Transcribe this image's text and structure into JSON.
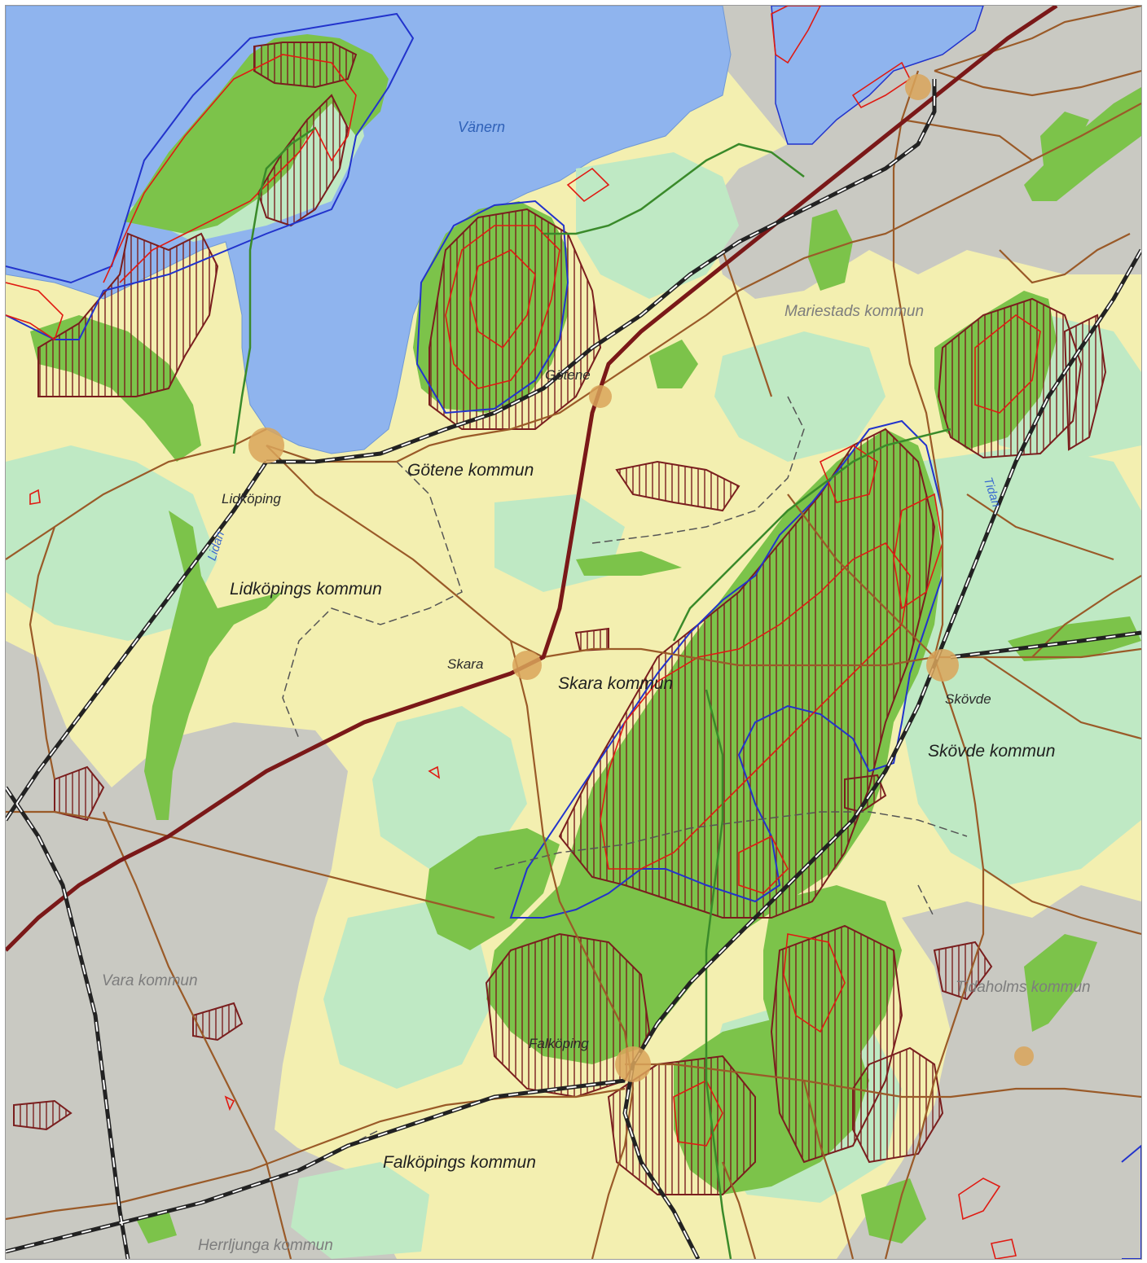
{
  "map": {
    "colors": {
      "lake": "#8fb4ee",
      "farmland": "#f3efb0",
      "forest_light": "#bfe9c4",
      "forest_green": "#7cc34a",
      "outside_grey": "#c9c9c2",
      "road_major": "#7a1818",
      "road": "#9a5a28",
      "district_red": "#e01a12",
      "boundary_blue": "#2233cc",
      "rail": "#222222",
      "hatch": "#7a1e1e"
    },
    "labels": {
      "vanern": "Vänern",
      "gotene": "Götene",
      "gotene_kommun": "Götene kommun",
      "lidkoping": "Lidköping",
      "lidan": "Lidan",
      "lidkopings_kommun": "Lidköpings kommun",
      "mariestads_kommun": "Mariestads kommun",
      "tidan": "Tidan",
      "skara": "Skara",
      "skara_kommun": "Skara kommun",
      "skovde": "Skövde",
      "skovde_kommun": "Skövde kommun",
      "vara_kommun": "Vara kommun",
      "tidaholms_kommun": "Tidaholms kommun",
      "falkoping": "Falköping",
      "falkopings_kommun": "Falköpings kommun",
      "herrljunga_kommun": "Herrljunga kommun"
    }
  }
}
